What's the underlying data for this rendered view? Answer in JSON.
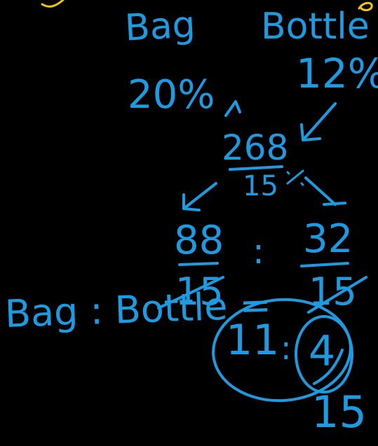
{
  "colors": {
    "background": "#000000",
    "ink": "#1E9BE0",
    "highlight": "#F2C60F"
  },
  "notes": {
    "bag": "Bag",
    "bottle": "Bottle",
    "bag_percent": "20%",
    "bottle_percent": "12%",
    "total_numerator": "268",
    "total_denominator": "15",
    "left_numerator": "88",
    "left_denominator": "15",
    "separator": ":",
    "right_numerator": "32",
    "right_denominator": "15",
    "ratio_label": "Bag : Bottle =",
    "ratio_left": "11",
    "ratio_colon": ":",
    "ratio_right": "4",
    "bottom_denominator": "15"
  }
}
